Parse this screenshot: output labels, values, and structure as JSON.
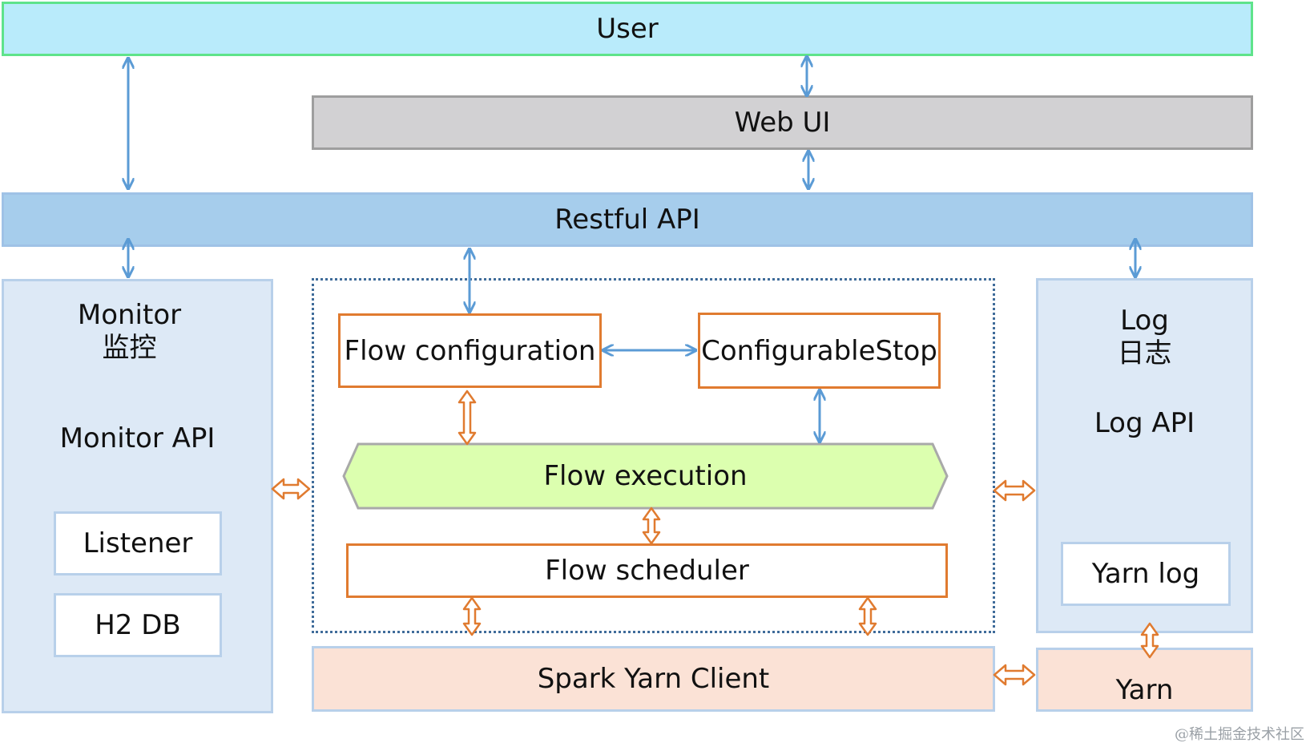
{
  "user": "User",
  "web_ui": "Web UI",
  "restful_api": "Restful API",
  "monitor": {
    "title": "Monitor",
    "subtitle": "监控",
    "api": "Monitor API",
    "listener": "Listener",
    "db": "H2 DB"
  },
  "flow": {
    "configuration": "Flow configuration",
    "configurable_stop": "ConfigurableStop",
    "execution": "Flow execution",
    "scheduler": "Flow scheduler"
  },
  "log": {
    "title": "Log",
    "subtitle": "日志",
    "api": "Log API",
    "yarn_log": "Yarn log"
  },
  "spark_yarn_client": "Spark Yarn Client",
  "yarn": "Yarn",
  "watermark": "@稀土掘金技术社区",
  "colors": {
    "user_fill": "#b9ebfb",
    "user_border": "#5fe38b",
    "webui_fill": "#d2d1d3",
    "webui_border": "#9e9e9e",
    "api_fill": "#a6cdec",
    "api_border": "#9fc2e6",
    "side_fill": "#dde9f6",
    "side_border": "#b8d0ea",
    "module_border": "#e07b30",
    "execution_fill": "#dcffaf",
    "execution_border": "#a9a9a9",
    "spark_fill": "#fbe2d6",
    "blue_arrow": "#5b9bd5",
    "orange_arrow": "#e07b30",
    "dotted_border": "#3f6c9a"
  }
}
